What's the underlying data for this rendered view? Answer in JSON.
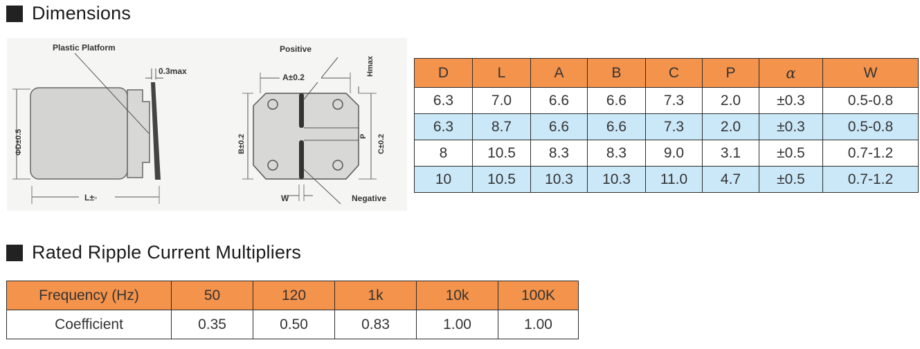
{
  "sections": {
    "dimensions_title": "Dimensions",
    "ripple_title": "Rated Ripple Current Multipliers"
  },
  "drawing": {
    "side": {
      "plastic_platform": "Plastic Platform",
      "thickness": "0.3max",
      "diameter": "ΦD±0.5",
      "length": "L±▫"
    },
    "top": {
      "positive": "Positive",
      "hmax": "Hmax",
      "a_dim": "A±0.2",
      "b_dim": "B±0.2",
      "c_dim": "C±0.2",
      "p_dim": "P",
      "w_dim": "W",
      "negative": "Negative"
    }
  },
  "dimensions_table": {
    "headers": [
      "D",
      "L",
      "A",
      "B",
      "C",
      "P",
      "α",
      "W"
    ],
    "rows": [
      [
        "6.3",
        "7.0",
        "6.6",
        "6.6",
        "7.3",
        "2.0",
        "±0.3",
        "0.5-0.8"
      ],
      [
        "6.3",
        "8.7",
        "6.6",
        "6.6",
        "7.3",
        "2.0",
        "±0.3",
        "0.5-0.8"
      ],
      [
        "8",
        "10.5",
        "8.3",
        "8.3",
        "9.0",
        "3.1",
        "±0.5",
        "0.7-1.2"
      ],
      [
        "10",
        "10.5",
        "10.3",
        "10.3",
        "11.0",
        "4.7",
        "±0.5",
        "0.7-1.2"
      ]
    ]
  },
  "ripple_table": {
    "headers": [
      "Frequency (Hz)",
      "50",
      "120",
      "1k",
      "10k",
      "100K"
    ],
    "rows": [
      [
        "Coefficient",
        "0.35",
        "0.50",
        "0.83",
        "1.00",
        "1.00"
      ]
    ]
  },
  "colors": {
    "header_orange": "#f4934b",
    "row_highlight_blue": "#cbe8f8",
    "border": "#2b2b2b"
  }
}
